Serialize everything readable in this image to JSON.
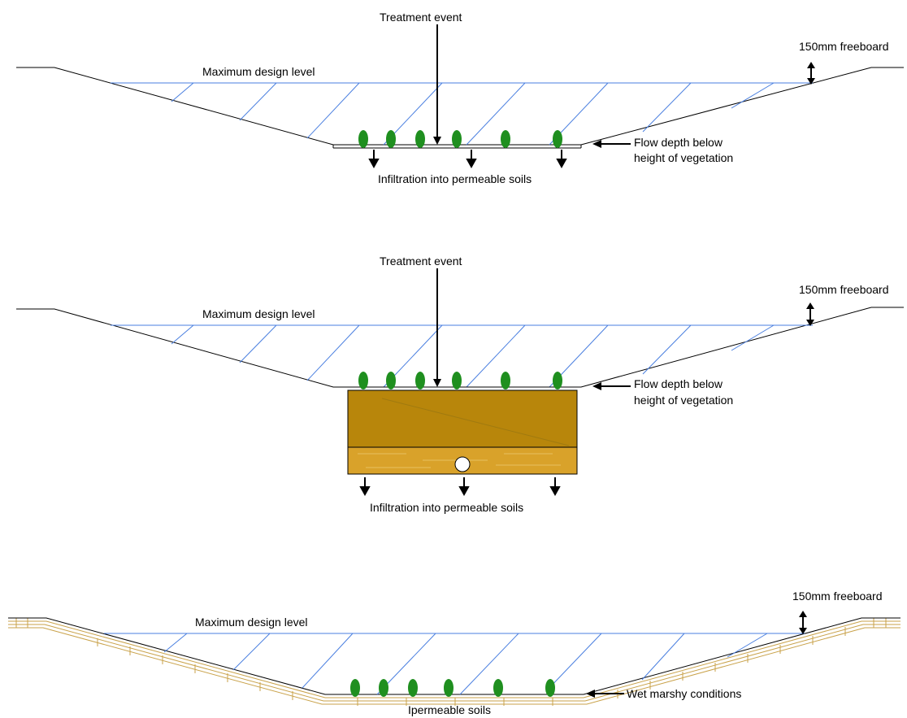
{
  "panels": [
    {
      "id": "swale-infiltration",
      "treatment_label": "Treatment event",
      "max_level_label": "Maximum design level",
      "freeboard_label": "150mm freeboard",
      "flow_label_1": "Flow depth below",
      "flow_label_2": "height of vegetation",
      "bottom_label": "Infiltration into permeable soils"
    },
    {
      "id": "swale-underdrain",
      "treatment_label": "Treatment event",
      "max_level_label": "Maximum design level",
      "freeboard_label": "150mm freeboard",
      "flow_label_1": "Flow depth below",
      "flow_label_2": "height of vegetation",
      "bottom_label": "Infiltration into permeable soils"
    },
    {
      "id": "swale-wet",
      "max_level_label": "Maximum design level",
      "freeboard_label": "150mm freeboard",
      "flow_label_1": "Wet marshy conditions",
      "bottom_label": "Ipermeable soils"
    }
  ],
  "colors": {
    "water_line": "#4a7fe0",
    "vegetation": "#1f8f1f",
    "filter_media": "#b8860b",
    "gravel_layer": "#d9a22a",
    "soil_hatch": "#c9a24a"
  }
}
